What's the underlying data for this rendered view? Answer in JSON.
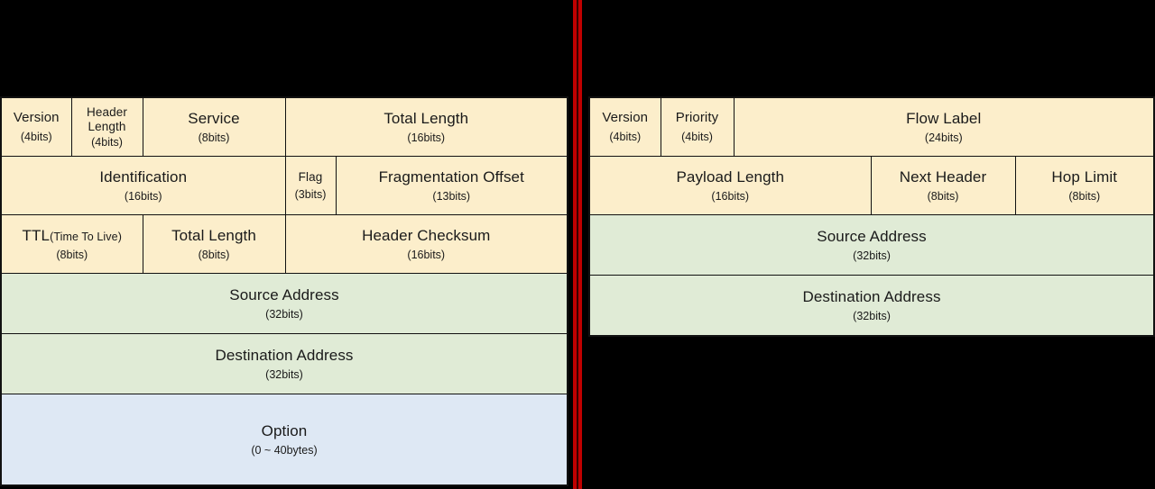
{
  "diagram": {
    "type": "protocol-header-comparison",
    "panels": [
      {
        "id": "ipv4",
        "rows": [
          {
            "cells": [
              {
                "name": "Version",
                "bits": "(4bits)",
                "style": "main",
                "size": "medium",
                "span": 1
              },
              {
                "name": "Header\nLength",
                "bits": "(4bits)",
                "style": "main",
                "size": "small",
                "span": 1
              },
              {
                "name": "Service",
                "bits": "(8bits)",
                "style": "main",
                "size": "normal",
                "span": 1
              },
              {
                "name": "Total Length",
                "bits": "(16bits)",
                "style": "main",
                "size": "normal",
                "span": 1
              }
            ]
          },
          {
            "cells": [
              {
                "name": "Identification",
                "bits": "(16bits)",
                "style": "main",
                "size": "normal",
                "span": 2
              },
              {
                "name": "Flag",
                "bits": "(3bits)",
                "style": "main",
                "size": "small",
                "span": 1
              },
              {
                "name": "Fragmentation Offset",
                "bits": "(13bits)",
                "style": "main",
                "size": "normal",
                "span": 1
              }
            ]
          },
          {
            "cells": [
              {
                "name": "TTL",
                "sub": "(Time To Live)",
                "bits": "(8bits)",
                "style": "main",
                "size": "normal",
                "span": 2
              },
              {
                "name": "Total Length",
                "bits": "(8bits)",
                "style": "main",
                "size": "normal",
                "span": 1
              },
              {
                "name": "Header Checksum",
                "bits": "(16bits)",
                "style": "main",
                "size": "normal",
                "span": 1
              }
            ]
          },
          {
            "cells": [
              {
                "name": "Source Address",
                "bits": "(32bits)",
                "style": "addr",
                "size": "normal",
                "span": 4
              }
            ]
          },
          {
            "cells": [
              {
                "name": "Destination Address",
                "bits": "(32bits)",
                "style": "addr",
                "size": "normal",
                "span": 4
              }
            ]
          },
          {
            "cells": [
              {
                "name": "Option",
                "bits": "(0 ~ 40bytes)",
                "style": "option",
                "size": "normal",
                "span": 4
              }
            ]
          }
        ]
      },
      {
        "id": "ipv6",
        "rows": [
          {
            "cells": [
              {
                "name": "Version",
                "bits": "(4bits)",
                "style": "main",
                "size": "medium",
                "span": 1
              },
              {
                "name": "Priority",
                "bits": "(4bits)",
                "style": "main",
                "size": "medium",
                "span": 1
              },
              {
                "name": "Flow Label",
                "bits": "(24bits)",
                "style": "main",
                "size": "normal",
                "span": 2
              }
            ]
          },
          {
            "cells": [
              {
                "name": "Payload Length",
                "bits": "(16bits)",
                "style": "main",
                "size": "normal",
                "span": 2
              },
              {
                "name": "Next Header",
                "bits": "(8bits)",
                "style": "main",
                "size": "normal",
                "span": 1
              },
              {
                "name": "Hop Limit",
                "bits": "(8bits)",
                "style": "main",
                "size": "normal",
                "span": 1
              }
            ]
          },
          {
            "cells": [
              {
                "name": "Source Address",
                "bits": "(32bits)",
                "style": "addr",
                "size": "normal",
                "span": 4
              }
            ]
          },
          {
            "cells": [
              {
                "name": "Destination Address",
                "bits": "(32bits)",
                "style": "addr",
                "size": "normal",
                "span": 4
              }
            ]
          }
        ]
      }
    ]
  },
  "colors": {
    "background": "#000000",
    "divider": "#c00000",
    "divider_core": "#3a0000",
    "field_main": "#fceecb",
    "field_address": "#e0ebd6",
    "field_option": "#dee8f4",
    "border": "#111111",
    "text": "#1a1a1a"
  }
}
